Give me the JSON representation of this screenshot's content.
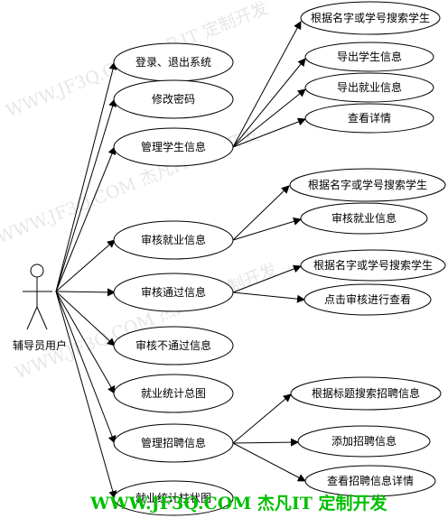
{
  "actor": {
    "name": "辅导员用户"
  },
  "use_cases": [
    {
      "label": "登录、退出系统"
    },
    {
      "label": "修改密码"
    },
    {
      "label": "管理学生信息"
    },
    {
      "label": "审核就业信息"
    },
    {
      "label": "审核通过信息"
    },
    {
      "label": "审核不通过信息"
    },
    {
      "label": "就业统计总图"
    },
    {
      "label": "管理招聘信息"
    },
    {
      "label": "就业统计柱状图"
    }
  ],
  "sub_cases": {
    "manage_students": [
      {
        "label": "根据名字或学号搜索学生"
      },
      {
        "label": "导出学生信息"
      },
      {
        "label": "导出就业信息"
      },
      {
        "label": "查看详情"
      }
    ],
    "review_employment": [
      {
        "label": "根据名字或学号搜索学生"
      },
      {
        "label": "审核就业信息"
      }
    ],
    "review_passed": [
      {
        "label": "根据名字或学号搜索学生"
      },
      {
        "label": "点击审核进行查看"
      }
    ],
    "manage_recruitment": [
      {
        "label": "根据标题搜索招聘信息"
      },
      {
        "label": "添加招聘信息"
      },
      {
        "label": "查看招聘信息详情"
      }
    ]
  },
  "watermark": {
    "text": "WWW.JF3Q.COM 杰凡IT 定制开发"
  },
  "footer": {
    "text": "WWW.JF3Q.COM 杰凡IT  定制开发"
  }
}
